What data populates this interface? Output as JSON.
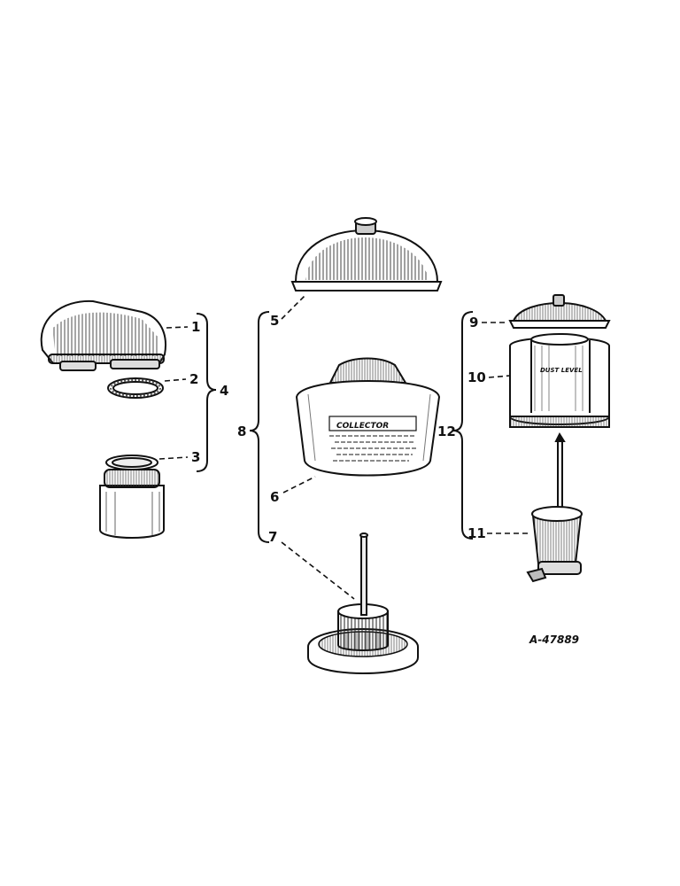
{
  "drawing_number": "A-47889",
  "callouts": {
    "c1": "1",
    "c2": "2",
    "c3": "3",
    "c4": "4",
    "c5": "5",
    "c6": "6",
    "c7": "7",
    "c8": "8",
    "c9": "9",
    "c10": "10",
    "c11": "11",
    "c12": "12"
  },
  "parts": [
    {
      "callout": "1",
      "icon": "air-cleaner-cap-icon"
    },
    {
      "callout": "2",
      "icon": "gasket-icon"
    },
    {
      "callout": "3",
      "icon": "jar-icon"
    },
    {
      "callout": "5",
      "icon": "bowl-cover-icon"
    },
    {
      "callout": "6",
      "icon": "collector-bowl-icon"
    },
    {
      "callout": "7",
      "icon": "filter-base-icon"
    },
    {
      "callout": "9",
      "icon": "small-cover-icon"
    },
    {
      "callout": "10",
      "icon": "dust-cup-icon"
    },
    {
      "callout": "11",
      "icon": "cup-stand-icon"
    }
  ],
  "label_text": {
    "collector_header": "COLLECTOR",
    "dust_level": "DUST LEVEL"
  }
}
